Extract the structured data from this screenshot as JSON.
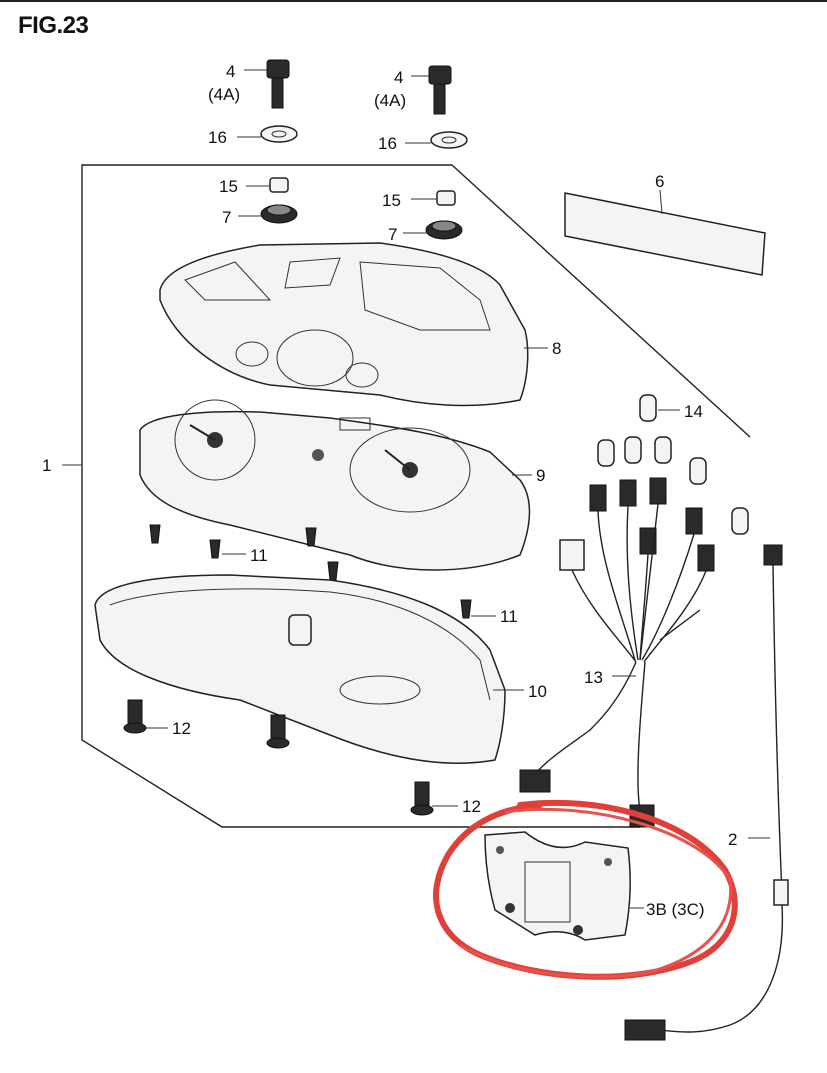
{
  "figure": {
    "title": "FIG.23"
  },
  "callouts": {
    "c1": "1",
    "c2": "2",
    "c3b": "3B (3C)",
    "c4a": "4",
    "c4a_alt": "(4A)",
    "c4b": "4",
    "c4b_alt": "(4A)",
    "c6": "6",
    "c7a": "7",
    "c7b": "7",
    "c8": "8",
    "c9": "9",
    "c10": "10",
    "c11a": "11",
    "c11b": "11",
    "c12a": "12",
    "c12b": "12",
    "c13": "13",
    "c14": "14",
    "c15a": "15",
    "c15b": "15",
    "c16a": "16",
    "c16b": "16"
  },
  "highlight": {
    "color": "#e0403a",
    "target": "3B (3C)"
  }
}
